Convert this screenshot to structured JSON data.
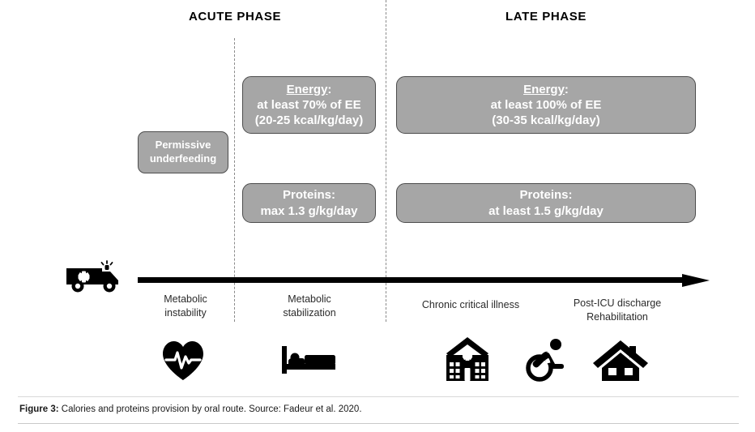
{
  "figure": {
    "phases": [
      {
        "id": "acute",
        "title": "ACUTE PHASE"
      },
      {
        "id": "late",
        "title": "LATE PHASE"
      }
    ],
    "permissive_box": {
      "line1": "Permissive",
      "line2": "underfeeding"
    },
    "recommendations": {
      "energy_acute": {
        "heading": "Energy",
        "heading_suffix": ":",
        "line2": "at least 70% of EE",
        "line3": "(20-25 kcal/kg/day)"
      },
      "energy_late": {
        "heading": "Energy",
        "heading_suffix": ":",
        "line2": "at least 100% of EE",
        "line3": "(30-35 kcal/kg/day)"
      },
      "proteins_acute": {
        "heading": "Proteins:",
        "line2": "max 1.3 g/kg/day"
      },
      "proteins_late": {
        "heading": "Proteins:",
        "line2": "at least 1.5 g/kg/day"
      }
    },
    "timeline": {
      "stages": [
        {
          "id": "metabolic-instability",
          "line1": "Metabolic",
          "line2": "instability"
        },
        {
          "id": "metabolic-stabilization",
          "line1": "Metabolic",
          "line2": "stabilization"
        },
        {
          "id": "chronic-critical-illness",
          "line1": "Chronic critical illness",
          "line2": ""
        },
        {
          "id": "post-icu-discharge",
          "line1": "Post-ICU discharge",
          "line2": "Rehabilitation"
        }
      ]
    },
    "icons": [
      {
        "id": "ambulance",
        "name": "ambulance-icon"
      },
      {
        "id": "heart",
        "name": "heart-pulse-icon"
      },
      {
        "id": "bed",
        "name": "hospital-bed-icon"
      },
      {
        "id": "hospital",
        "name": "hospital-building-icon"
      },
      {
        "id": "wheelchair",
        "name": "wheelchair-accessibility-icon"
      },
      {
        "id": "house",
        "name": "house-icon"
      }
    ],
    "caption": {
      "label": "Figure 3:",
      "text": " Calories and proteins provision by oral route. Source: Fadeur et al. 2020."
    },
    "colors": {
      "box_fill": "#a6a6a6",
      "box_border": "#4d4d4d",
      "box_text": "#ffffff",
      "arrow": "#000000",
      "divider": "#8a8a8a",
      "background": "#ffffff"
    }
  }
}
